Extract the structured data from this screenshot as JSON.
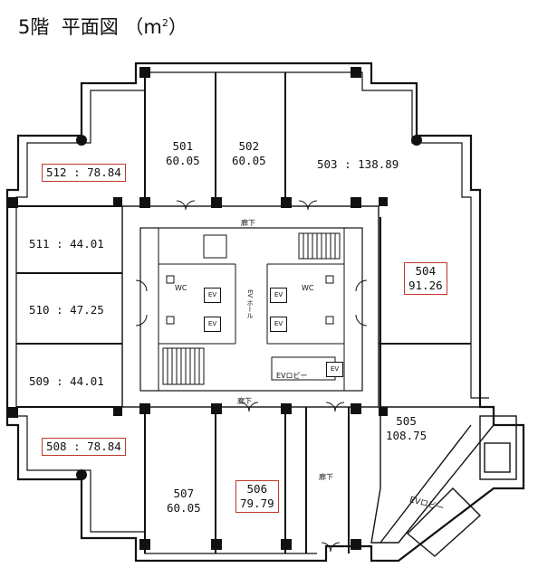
{
  "title": {
    "floor": "5階",
    "name": "平面図",
    "unit_open": "（m",
    "unit_sup": "2",
    "unit_close": "）"
  },
  "units": [
    {
      "id": "501",
      "area": "60.05"
    },
    {
      "id": "502",
      "area": "60.05"
    },
    {
      "id": "503",
      "label": "503 : 138.89"
    },
    {
      "id": "504",
      "area": "91.26"
    },
    {
      "id": "505",
      "area": "108.75"
    },
    {
      "id": "506",
      "area": "79.79"
    },
    {
      "id": "507",
      "area": "60.05"
    },
    {
      "id": "508",
      "label": "508 : 78.84"
    },
    {
      "id": "509",
      "label": "509 : 44.01"
    },
    {
      "id": "510",
      "label": "510 : 47.25"
    },
    {
      "id": "511",
      "label": "511 : 44.01"
    },
    {
      "id": "512",
      "label": "512 : 78.84"
    }
  ],
  "core": {
    "corridor": "廊下",
    "wc": "WC",
    "ev": "EV",
    "ev_hall": "EV ホール",
    "ev_lobby": "EVロビー"
  }
}
